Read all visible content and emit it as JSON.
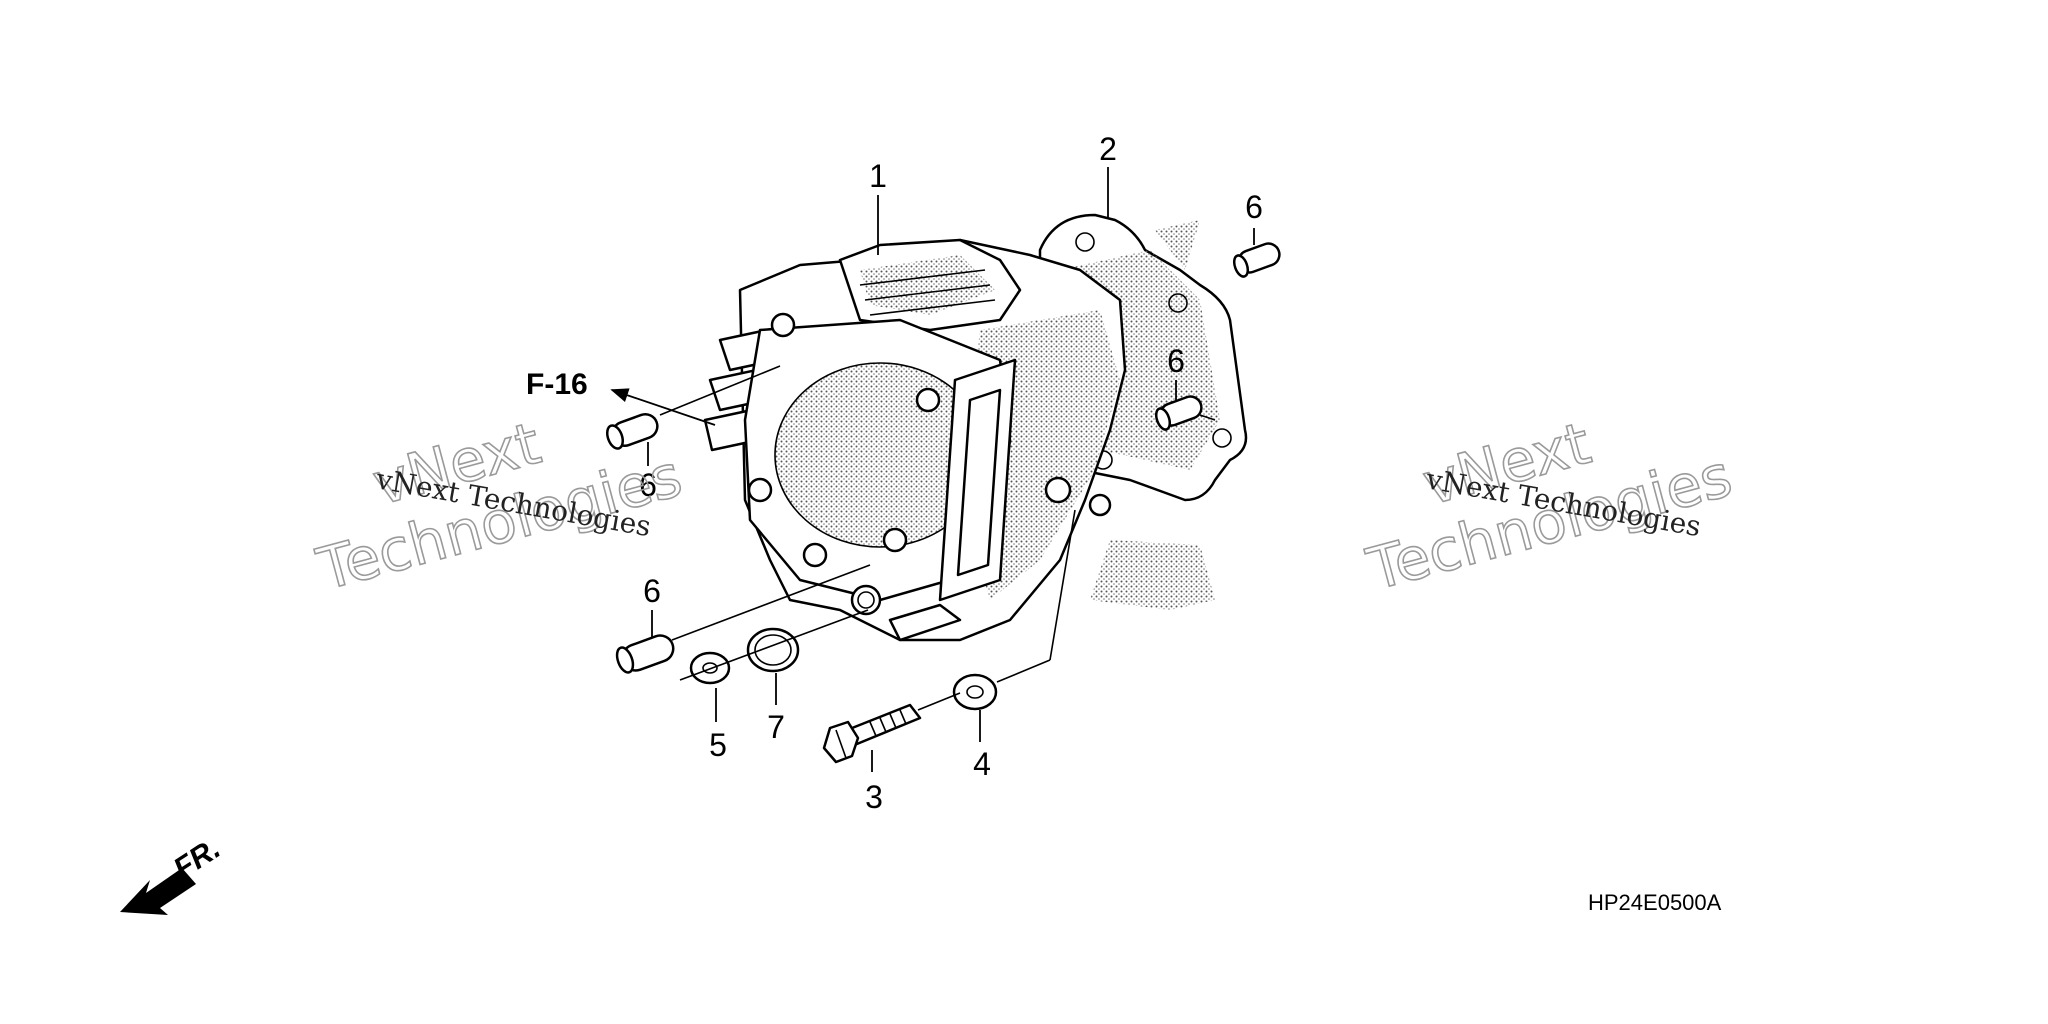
{
  "callouts": {
    "c1": "1",
    "c2": "2",
    "c3": "3",
    "c4": "4",
    "c5": "5",
    "c6a": "6",
    "c6b": "6",
    "c6c": "6",
    "c6d": "6",
    "c7": "7"
  },
  "reference": "F-16",
  "diagram_code": "HP24E0500A",
  "direction": "FR.",
  "watermark": {
    "small": "vNext Technologies",
    "line1": "vNext",
    "line2": "Technologies"
  }
}
